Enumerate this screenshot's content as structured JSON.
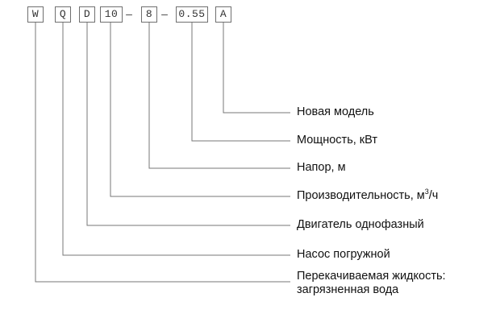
{
  "code": {
    "segments": [
      {
        "id": "w",
        "text": "W"
      },
      {
        "id": "q",
        "text": "Q"
      },
      {
        "id": "d",
        "text": "D"
      },
      {
        "id": "flow",
        "text": "10"
      },
      {
        "id": "head",
        "text": "8"
      },
      {
        "id": "power",
        "text": "0.55"
      },
      {
        "id": "model",
        "text": "A"
      }
    ],
    "separator": "–"
  },
  "labels": {
    "model": "Новая модель",
    "power": "Мощность, кВт",
    "head": "Напор, м",
    "flow_prefix": "Производительность,  м",
    "flow_sup": "3",
    "flow_suffix": "/ч",
    "d": "Двигатель однофазный",
    "q": "Насос погружной",
    "w_line1": "Перекачиваемая жидкость:",
    "w_line2": "загрязненная вода"
  },
  "colors": {
    "line": "#777777",
    "box_border": "#6f6f6f",
    "text": "#111111"
  }
}
